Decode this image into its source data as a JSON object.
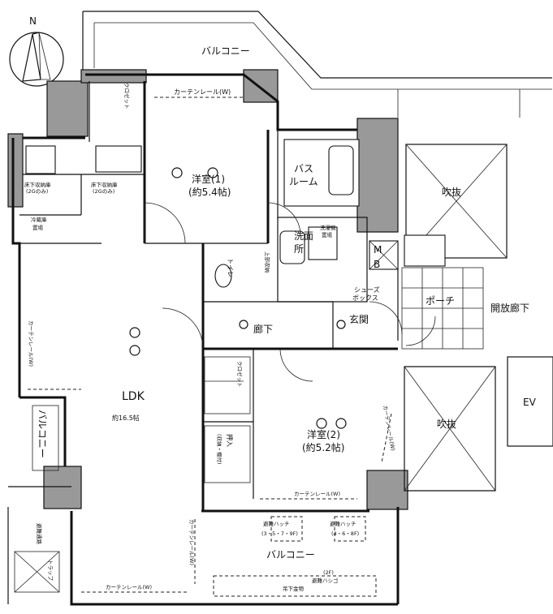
{
  "compass": {
    "label": "N"
  },
  "rooms": {
    "balcony_top": "バルコニー",
    "closet_top": "クロゼット",
    "curtain_top": "カーテンレール(W)",
    "western1": "洋室(1)",
    "western1_size": "(約5.4帖)",
    "bath": "バス",
    "bath2": "ルーム",
    "fukinuke_top": "吹抜",
    "floor_storage_left": "床下収納庫",
    "floor_storage_left_note": "(2Gのみ)",
    "floor_storage_right": "床下収納庫",
    "floor_storage_right_note": "(2Gのみ)",
    "fridge": "冷蔵庫",
    "fridge2": "置場",
    "washroom": "洗面",
    "washroom2": "所",
    "laundry": "洗濯機",
    "laundry2": "置場",
    "toilet": "トイレ",
    "upper_storage": "上部収納",
    "mb": "M",
    "mb2": "B",
    "shoes": "シューズ",
    "shoes2": "ボックス",
    "porch": "ポーチ",
    "corridor_open": "開放廊下",
    "hallway": "廊下",
    "entrance": "玄関",
    "curtain_left": "カーテンレール(W)",
    "closet_mid": "クロゼット",
    "ldk": "LDK",
    "ldk_size": "約16.5帖",
    "western2": "洋室(2)",
    "western2_size": "(約5.2帖)",
    "curtain_right": "カーテンレール(W)",
    "fukinuke_bottom": "吹抜",
    "ev": "EV",
    "balcony_left": "バルコニー",
    "closet_small": "押入",
    "closet_small_note": "(収納・棚付)",
    "curtain_w2": "カーテンレール(W)",
    "curtain_ldk_v": "カーテンレール(W)",
    "hatch1": "避難ハッチ",
    "hatch1_note": "(3・5・7・9F)",
    "hatch2": "避難ハッチ",
    "hatch2_note": "(4・6・8F)",
    "balcony_bottom": "バルコニー",
    "evac_path": "避難通路",
    "trap": "トラップ",
    "curtain_bottom": "カーテンレール(W)",
    "ladder_note": "(2F)",
    "ladder": "避難ハシゴ",
    "ladder2": "吊下金物"
  }
}
